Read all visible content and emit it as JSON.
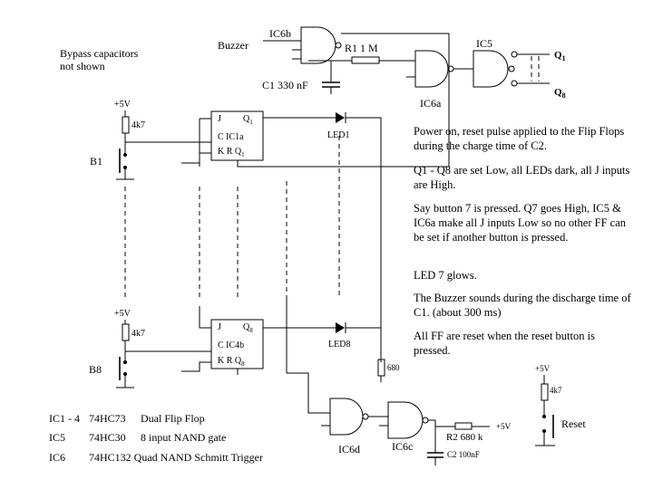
{
  "labels": {
    "ic6b": "IC6b",
    "buzzer": "Buzzer",
    "ic5": "IC5",
    "r1": "R1  1 M",
    "c1": "C1  330 nF",
    "ic6a": "IC6a",
    "bypass_line1": "Bypass capacitors",
    "bypass_line2": "not shown",
    "q1": "Q",
    "q1_sub": "1",
    "q8": "Q",
    "q8_sub": "8",
    "vcc": "+5V",
    "r4k7": "4k7",
    "b1": "B1",
    "b8": "B8",
    "ff1_j": "J",
    "ff1_q": "Q",
    "ff1_q_sub": "1",
    "ff1_c": "C  IC1a",
    "ff1_k": "K  R  Q",
    "ff1_qbar_sub": "1",
    "led1": "LED1",
    "ff8_j": "J",
    "ff8_q": "Q",
    "ff8_q_sub": "8",
    "ff8_c": "C  IC4b",
    "ff8_k": "K  R  Q",
    "ff8_qbar_sub": "8",
    "led8": "LED8",
    "r680": "680",
    "ic6d": "IC6d",
    "ic6c": "IC6c",
    "r2": "R2  680 k",
    "c2": "C2 100nF",
    "reset": "Reset"
  },
  "notes": [
    "Power on, reset pulse applied to the Flip Flops during the charge time of C2.",
    "Q1 - Q8 are set Low, all LEDs dark, all J inputs are High.",
    "Say button 7 is pressed.  Q7 goes High, IC5 & IC6a make all J inputs Low so no other FF can be set if another button is pressed.",
    "LED 7 glows.",
    "The Buzzer sounds during the discharge time of C1. (about 300 ms)",
    "All FF are reset when the reset button is pressed."
  ],
  "parts": [
    {
      "ref": "IC1 - 4",
      "type": "74HC73",
      "desc": "Dual Flip Flop"
    },
    {
      "ref": "IC5",
      "type": "74HC30",
      "desc": "8 input NAND gate"
    },
    {
      "ref": "IC6",
      "type": "74HC132 Quad NAND Schmitt Trigger",
      "desc": ""
    }
  ]
}
